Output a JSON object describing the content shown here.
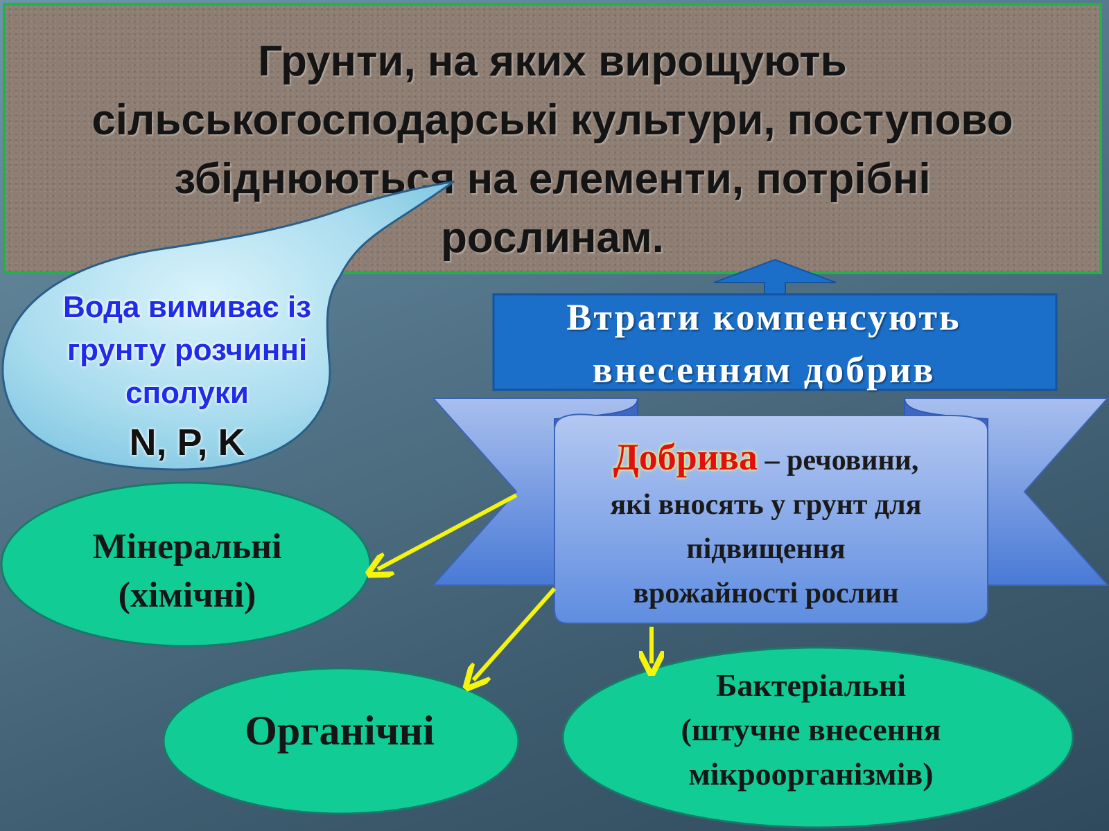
{
  "title": {
    "lines": [
      "Грунти, на яких вирощують",
      "сільськогосподарські культури, поступово",
      "збіднюються на елементи, потрібні",
      "рослинам."
    ]
  },
  "water_callout": {
    "lines": [
      "Вода вимиває із",
      "грунту розчинні",
      "сполуки"
    ],
    "elements": "N, P, K"
  },
  "losses_box": {
    "lines": [
      "Втрати  компенсують",
      "внесенням  добрив"
    ]
  },
  "definition": {
    "term": "Добрива",
    "rest_first": " – речовини,",
    "lines": [
      "які вносять у грунт для",
      "підвищення",
      "врожайності  рослин"
    ]
  },
  "categories": {
    "mineral": [
      "Мінеральні",
      "(хімічні)"
    ],
    "organic": "Органічні",
    "bacterial": [
      "Бактеріальні",
      "(штучне внесення",
      "мікроорганізмів)"
    ]
  },
  "colors": {
    "soil_border": "#20b34a",
    "water_text": "#1e2ee8",
    "term_red": "#e01010",
    "oval_fill": "#12cc96",
    "arrow_yellow": "#f4f40c",
    "box_blue": "#1b6fc8"
  }
}
